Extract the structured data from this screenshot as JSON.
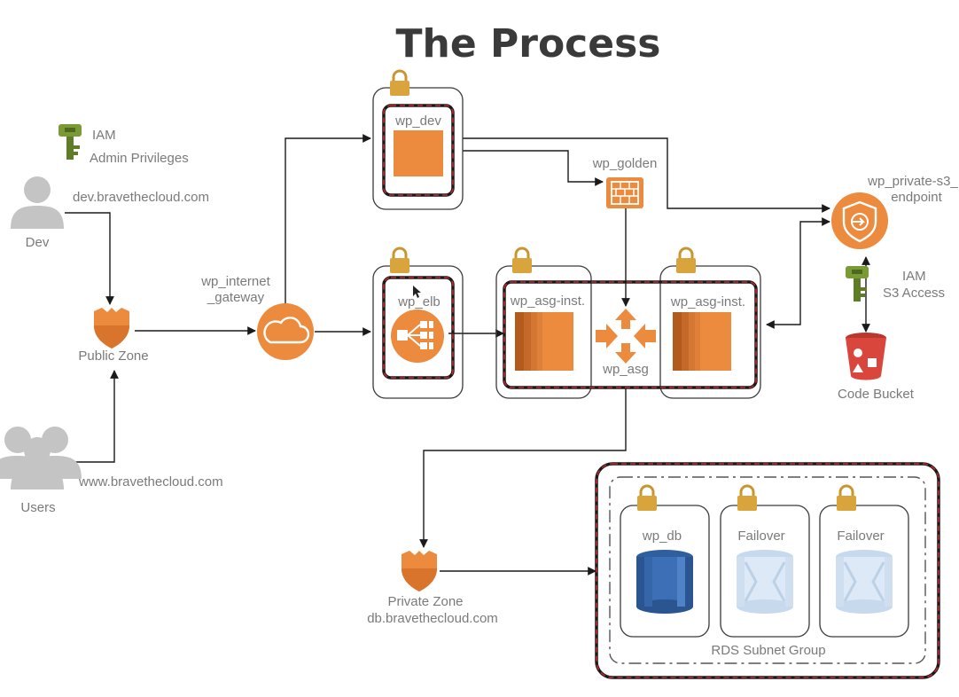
{
  "title": "The Process",
  "labels": {
    "iam_admin_1": "IAM",
    "iam_admin_2": "Admin Privileges",
    "dev_domain": "dev.bravethecloud.com",
    "dev": "Dev",
    "public_zone": "Public Zone",
    "www_domain": "www.bravethecloud.com",
    "users": "Users",
    "igw_1": "wp_internet",
    "igw_2": "_gateway",
    "wp_dev": "wp_dev",
    "wp_golden": "wp_golden",
    "s3_endpoint_1": "wp_private-s3_",
    "s3_endpoint_2": "endpoint",
    "iam_s3_1": "IAM",
    "iam_s3_2": "S3 Access",
    "code_bucket": "Code Bucket",
    "wp_elb": "wp_elb",
    "asg_inst_left": "wp_asg-inst.",
    "asg_inst_right": "wp_asg-inst.",
    "wp_asg": "wp_asg",
    "private_zone": "Private Zone",
    "db_domain": "db.bravethecloud.com",
    "wp_db": "wp_db",
    "failover_1": "Failover",
    "failover_2": "Failover",
    "rds_subnet_group": "RDS Subnet Group"
  },
  "colors": {
    "aws_orange": "#ec8a3e",
    "lock_gold": "#d9a43c",
    "iam_green": "#6a8a2e",
    "rds_blue": "#3c6fb6",
    "failover_blue": "#c9dcef",
    "bucket_red": "#d9473c",
    "user_gray": "#c4c4c4",
    "zone_dash_red": "#c1272d"
  },
  "icons": [
    "iam-key-icon",
    "user-icon",
    "users-group-icon",
    "route53-shield-icon",
    "internet-gateway-cloud-icon",
    "lock-icon",
    "ec2-instance-icon",
    "ami-golden-image-icon",
    "vpc-endpoint-icon",
    "s3-bucket-icon",
    "load-balancer-icon",
    "auto-scaling-arrows-icon",
    "rds-database-icon",
    "mouse-cursor-icon"
  ]
}
